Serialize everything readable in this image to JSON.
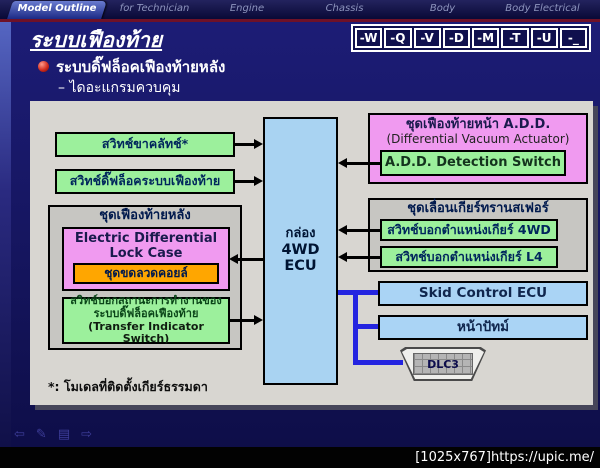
{
  "tabs": [
    {
      "label": "Model Outline",
      "active": true
    },
    {
      "label": "for Technician",
      "active": false
    },
    {
      "label": "Engine",
      "active": false
    },
    {
      "label": "Chassis",
      "active": false
    },
    {
      "label": "Body",
      "active": false
    },
    {
      "label": "Body Electrical",
      "active": false
    }
  ],
  "title": "ระบบเฟืองท้าย",
  "model_code_buttons": [
    "-W",
    "-Q",
    "-V",
    "-D",
    "-M",
    "-T",
    "-U",
    "-_"
  ],
  "headings": {
    "bullet": "ระบบดิ๊ฟล็อคเฟืองท้ายหลัง",
    "sub_bullet": "– ไดอะแกรมควบคุม"
  },
  "diagram": {
    "clutch_switch": "สวิทช์ขาคลัทช์*",
    "diff_lock_switch": "สวิทช์ดิ๊ฟล็อคระบบเฟืองท้าย",
    "rear_diff_unit": {
      "label": "ชุดเฟืองท้ายหลัง",
      "lock_case_line1": "Electric Differential",
      "lock_case_line2": "Lock Case",
      "coil": "ชุดขดลวดคอยล์",
      "indicator_line1": "สวิทช์บอกสถานะการทำงานของ",
      "indicator_line2": "ระบบดิ๊ฟล็อคเฟืองท้าย",
      "indicator_line3": "(Transfer Indicator Switch)"
    },
    "ecu_line1": "กล่อง",
    "ecu_line2": "4WD ECU",
    "front_diff_unit": {
      "line1": "ชุดเฟืองท้ายหน้า A.D.D.",
      "line2": "(Differential Vacuum Actuator)",
      "switch": "A.D.D. Detection Switch"
    },
    "transfer_unit": {
      "label": "ชุดเลื่อนเกียร์ทรานสเฟอร์",
      "switch_4wd": "สวิทช์บอกตำแหน่งเกียร์ 4WD",
      "switch_l4": "สวิทช์บอกตำแหน่งเกียร์ L4"
    },
    "skid_ecu": "Skid Control ECU",
    "instrument_panel": "หน้าปัทม์",
    "dlc3": "DLC3",
    "footnote": "*: โมเดลที่ติดตั้งเกียร์ธรรมดา"
  },
  "footer_nav": [
    {
      "name": "back-icon",
      "glyph": "⇦"
    },
    {
      "name": "pen-icon",
      "glyph": "✎"
    },
    {
      "name": "menu-icon",
      "glyph": "▤"
    },
    {
      "name": "forward-icon",
      "glyph": "⇨"
    }
  ],
  "footer_caption": "[1025x767]https://upic.me/",
  "colors": {
    "slide_navy": "#15155e",
    "maroon_rule": "#6e1128",
    "panel_gray": "#d8d6d1",
    "container_gray": "#c7c6c2",
    "box_green": "#9cf09c",
    "box_pink": "#f09af0",
    "box_orange": "#ffa600",
    "box_lightblue": "#aad4f5",
    "bus_blue": "#2424e0",
    "bullet_red": "#d22c1e"
  }
}
